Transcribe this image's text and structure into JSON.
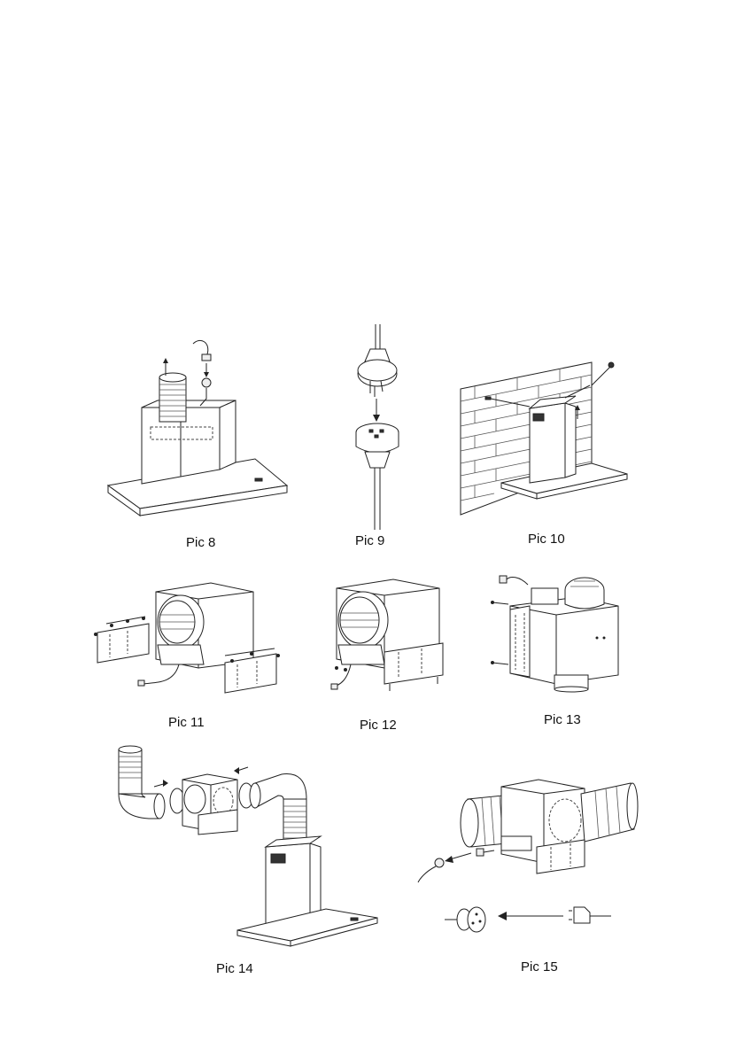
{
  "figures": [
    {
      "id": "pic8",
      "caption": "Pic 8",
      "subject": "chimney-duct-install"
    },
    {
      "id": "pic9",
      "caption": "Pic 9",
      "subject": "plug-connection"
    },
    {
      "id": "pic10",
      "caption": "Pic 10",
      "subject": "wall-bracket-screw"
    },
    {
      "id": "pic11",
      "caption": "Pic 11",
      "subject": "motor-box-side-brackets"
    },
    {
      "id": "pic12",
      "caption": "Pic 12",
      "subject": "motor-box-brackets-fitted"
    },
    {
      "id": "pic13",
      "caption": "Pic 13",
      "subject": "motor-box-ceiling-mount"
    },
    {
      "id": "pic14",
      "caption": "Pic 14",
      "subject": "duct-assembly"
    },
    {
      "id": "pic15",
      "caption": "Pic 15",
      "subject": "inline-motor-wiring"
    }
  ]
}
